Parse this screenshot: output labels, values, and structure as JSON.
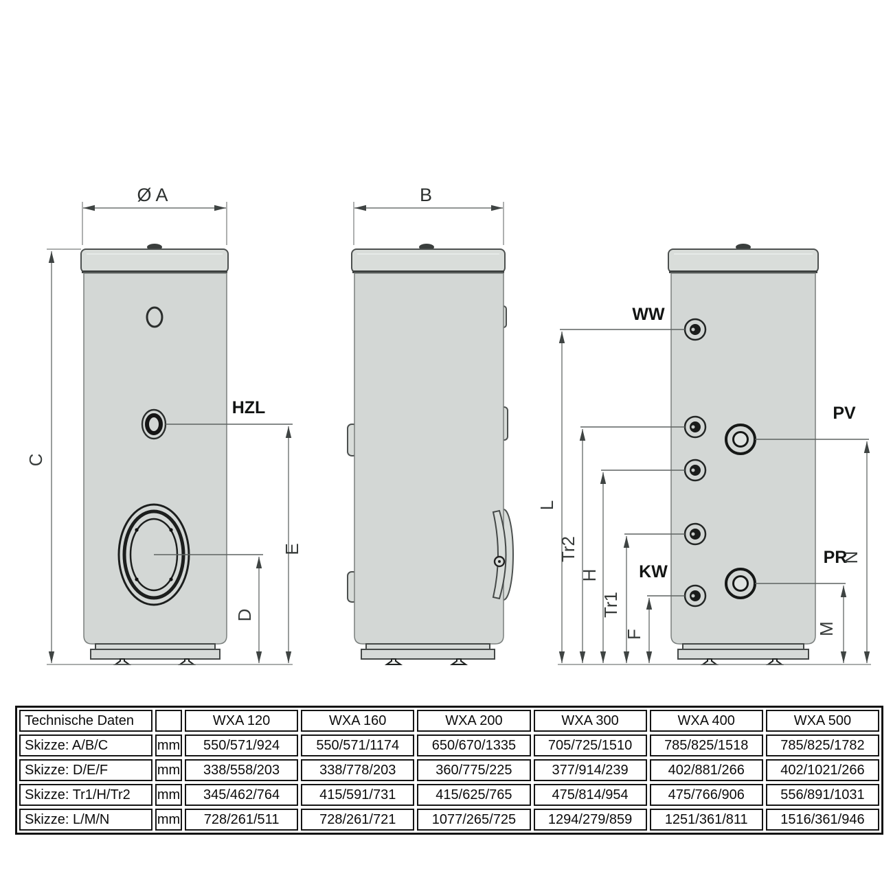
{
  "drawing": {
    "dim_labels": {
      "diameter_a": "Ø A",
      "b": "B",
      "c": "C",
      "d": "D",
      "e": "E",
      "l": "L",
      "tr2": "Tr2",
      "h": "H",
      "tr1": "Tr1",
      "f": "F",
      "n": "N",
      "m": "M"
    },
    "port_labels": {
      "hzl": "HZL",
      "ww": "WW",
      "pv": "PV",
      "kw": "KW",
      "pr": "PR"
    },
    "colors": {
      "tank_body": "#d3d7d5",
      "tank_lid": "#d9ddda",
      "outline": "#4c504f",
      "dimension_line": "#6e7371",
      "label_text": "#121413"
    }
  },
  "table": {
    "header": {
      "title": "Technische Daten",
      "unit_header": "",
      "models": [
        "WXA 120",
        "WXA 160",
        "WXA 200",
        "WXA 300",
        "WXA 400",
        "WXA 500"
      ]
    },
    "rows": [
      {
        "label": "Skizze: A/B/C",
        "unit": "mm",
        "values": [
          "550/571/924",
          "550/571/1174",
          "650/670/1335",
          "705/725/1510",
          "785/825/1518",
          "785/825/1782"
        ]
      },
      {
        "label": "Skizze: D/E/F",
        "unit": "mm",
        "values": [
          "338/558/203",
          "338/778/203",
          "360/775/225",
          "377/914/239",
          "402/881/266",
          "402/1021/266"
        ]
      },
      {
        "label": "Skizze: Tr1/H/Tr2",
        "unit": "mm",
        "values": [
          "345/462/764",
          "415/591/731",
          "415/625/765",
          "475/814/954",
          "475/766/906",
          "556/891/1031"
        ]
      },
      {
        "label": "Skizze: L/M/N",
        "unit": "mm",
        "values": [
          "728/261/511",
          "728/261/721",
          "1077/265/725",
          "1294/279/859",
          "1251/361/811",
          "1516/361/946"
        ]
      }
    ]
  }
}
